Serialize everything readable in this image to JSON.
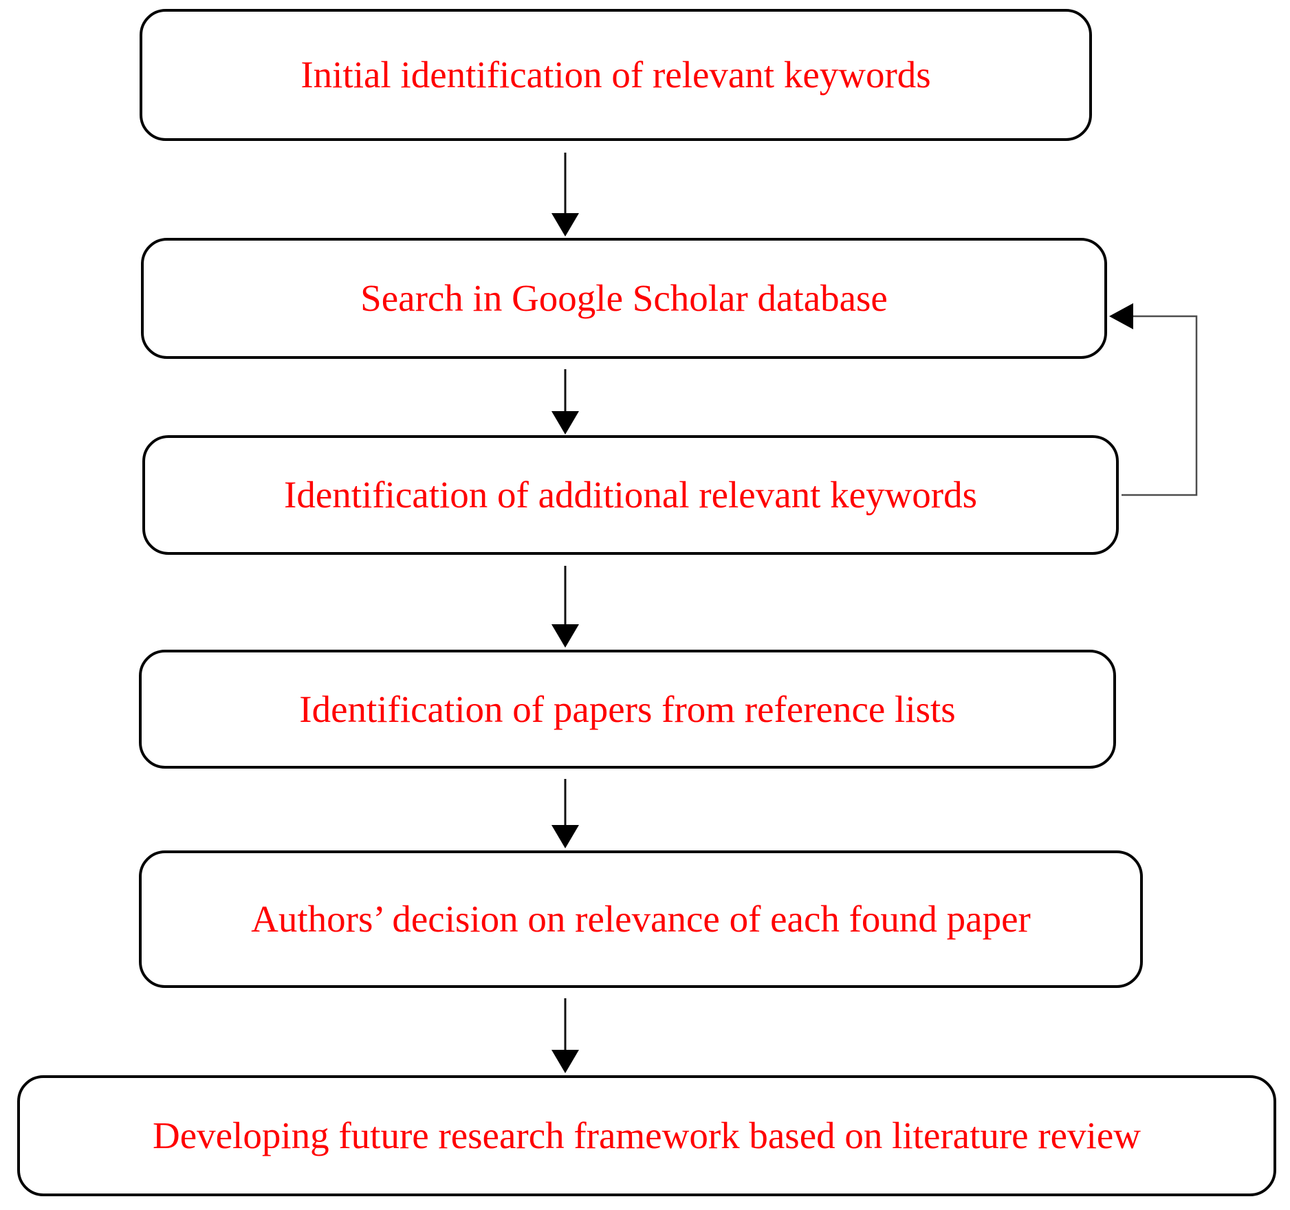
{
  "diagram": {
    "type": "flowchart",
    "description": "Literature review methodology flowchart",
    "colors": {
      "box_fill": "#ffffff",
      "box_border": "#000000",
      "label_text": "#ff0000",
      "arrow": "#000000",
      "feedback_line": "#4d4d4d"
    },
    "boxes": [
      {
        "id": "initial-keywords",
        "label": "Initial identification of relevant keywords"
      },
      {
        "id": "search-google-scholar",
        "label": "Search in Google Scholar database"
      },
      {
        "id": "additional-keywords",
        "label": "Identification of additional relevant keywords"
      },
      {
        "id": "papers-reference-lists",
        "label": "Identification of papers from reference lists"
      },
      {
        "id": "authors-decision",
        "label": "Authors’ decision on relevance of each found paper"
      },
      {
        "id": "develop-framework",
        "label": "Developing future research framework based on literature review"
      }
    ],
    "edges": [
      {
        "from": "initial-keywords",
        "to": "search-google-scholar",
        "type": "forward"
      },
      {
        "from": "search-google-scholar",
        "to": "additional-keywords",
        "type": "forward"
      },
      {
        "from": "additional-keywords",
        "to": "search-google-scholar",
        "type": "feedback"
      },
      {
        "from": "additional-keywords",
        "to": "papers-reference-lists",
        "type": "forward"
      },
      {
        "from": "papers-reference-lists",
        "to": "authors-decision",
        "type": "forward"
      },
      {
        "from": "authors-decision",
        "to": "develop-framework",
        "type": "forward"
      }
    ]
  }
}
